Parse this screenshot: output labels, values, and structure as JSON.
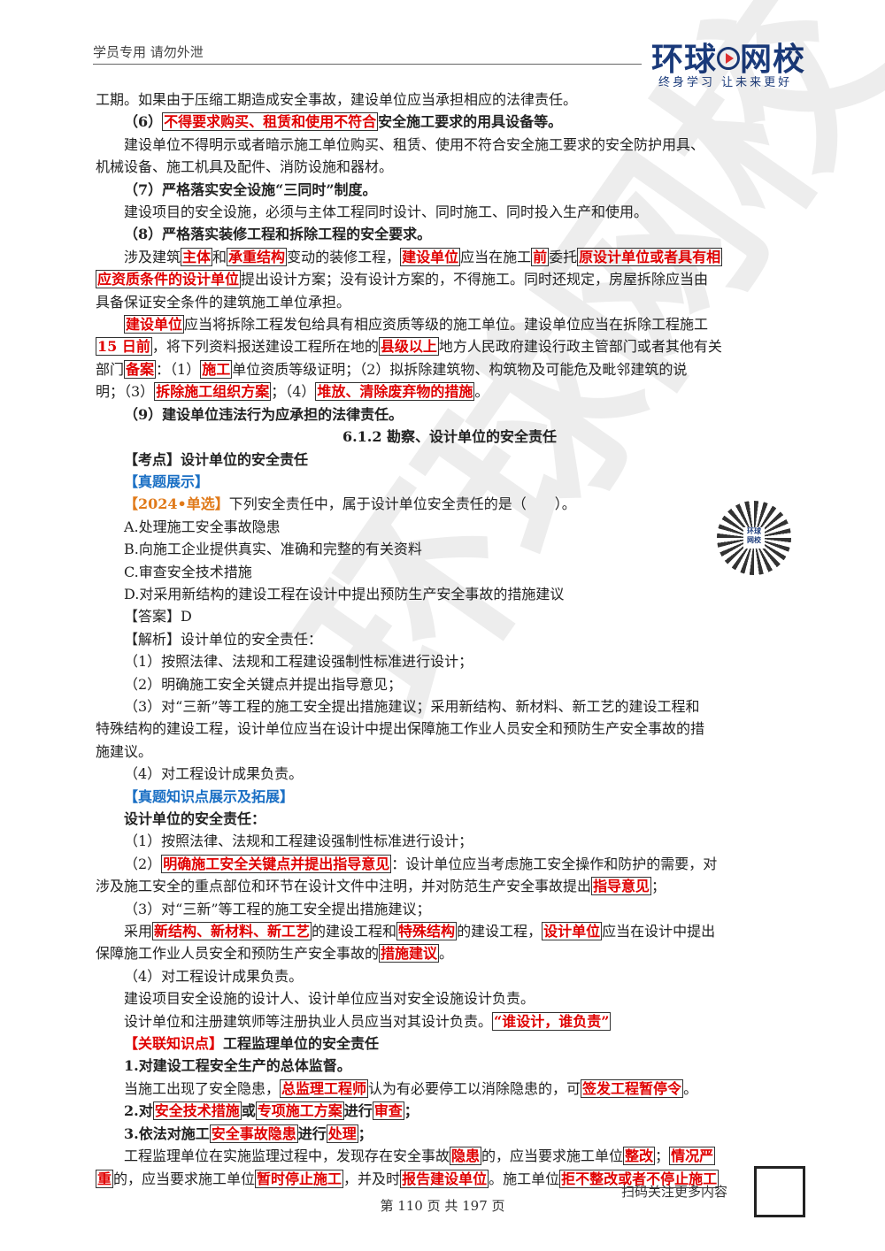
{
  "header": {
    "left": "学员专用 请勿外泄",
    "logo_a": "环球",
    "logo_b": "网校",
    "slogan": "终身学习 让未来更好"
  },
  "watermark": {
    "text": "环球网校"
  },
  "content": {
    "l1": "工期。如果由于压缩工期造成安全事故，建设单位应当承担相应的法律责任。",
    "l2a": "（6）",
    "l2b": "不得要求购买、租赁和使用不符合",
    "l2c": "安全施工要求的用具设备等。",
    "l3": "建设单位不得明示或者暗示施工单位购买、租赁、使用不符合安全施工要求的安全防护用具、",
    "l4": "机械设备、施工机具及配件、消防设施和器材。",
    "l5": "（7）严格落实安全设施“三同时”制度。",
    "l6": "建设项目的安全设施，必须与主体工程同时设计、同时施工、同时投入生产和使用。",
    "l7": "（8）严格落实装修工程和拆除工程的安全要求。",
    "l8a": "涉及建筑",
    "l8b": "主体",
    "l8c": "和",
    "l8d": "承重结构",
    "l8e": "变动的装修工程，",
    "l8f": "建设单位",
    "l8g": "应当在施工",
    "l8h": "前",
    "l8i": "委托",
    "l8j": "原设计单位或者具有相",
    "l9a": "应资质条件的设计单位",
    "l9b": "提出设计方案；没有设计方案的，不得施工。同时还规定，房屋拆除应当由",
    "l10": "具备保证安全条件的建筑施工单位承担。",
    "l11a": "建设单位",
    "l11b": "应当将拆除工程发包给具有相应资质等级的施工单位。建设单位应当在拆除工程施工",
    "l12a": "15 日前",
    "l12b": "，将下列资料报送建设工程所在地的",
    "l12c": "县级以上",
    "l12d": "地方人民政府建设行政主管部门或者其他有关",
    "l13a": "部门",
    "l13b": "备案",
    "l13c": "：（1）",
    "l13d": "施工",
    "l13e": "单位资质等级证明；（2）拟拆除建筑物、构筑物及可能危及毗邻建筑的说",
    "l14a": "明；（3）",
    "l14b": "拆除施工组织方案",
    "l14c": "；（4）",
    "l14d": "堆放、清除废弃物的措施",
    "l14e": "。",
    "l15": "（9）建设单位违法行为应承担的法律责任。",
    "section": "6.1.2 勘察、设计单位的安全责任",
    "kaodian": "【考点】设计单位的安全责任",
    "zhenti": "【真题展示】",
    "q_tag": "【2024•单选】",
    "q_text": "下列安全责任中，属于设计单位安全责任的是（　　）。",
    "optA": "A.处理施工安全事故隐患",
    "optB": "B.向施工企业提供真实、准确和完整的有关资料",
    "optC": "C.审查安全技术措施",
    "optD": "D.对采用新结构的建设工程在设计中提出预防生产安全事故的措施建议",
    "answer": "【答案】D",
    "jiexi": "【解析】设计单位的安全责任：",
    "j1": "（1）按照法律、法规和工程建设强制性标准进行设计；",
    "j2": "（2）明确施工安全关键点并提出指导意见；",
    "j3": "（3）对“三新”等工程的施工安全提出措施建议；采用新结构、新材料、新工艺的建设工程和",
    "j4": "特殊结构的建设工程，设计单位应当在设计中提出保障施工作业人员安全和预防生产安全事故的措",
    "j5": "施建议。",
    "j6": "（4）对工程设计成果负责。",
    "zsd": "【真题知识点展示及拓展】",
    "sj": "设计单位的安全责任：",
    "k1": "（1）按照法律、法规和工程建设强制性标准进行设计；",
    "k2a": "（2）",
    "k2b": "明确施工安全关键点并提出指导意见",
    "k2c": "：设计单位应当考虑施工安全操作和防护的需要，对",
    "k3a": "涉及施工安全的重点部位和环节在设计文件中注明，并对防范生产安全事故提出",
    "k3b": "指导意见",
    "k3c": "；",
    "k4": "（3）对“三新”等工程的施工安全提出措施建议；",
    "k5a": "采用",
    "k5b": "新结构、新材料、新工艺",
    "k5c": "的建设工程和",
    "k5d": "特殊结构",
    "k5e": "的建设工程，",
    "k5f": "设计单位",
    "k5g": "应当在设计中提出",
    "k6a": "保障施工作业人员安全和预防生产安全事故的",
    "k6b": "措施建议",
    "k6c": "。",
    "k7": "（4）对工程设计成果负责。",
    "k8": "建设项目安全设施的设计人、设计单位应当对安全设施设计负责。",
    "k9a": "设计单位和注册建筑师等注册执业人员应当对其设计负责。",
    "k9b": "“谁设计，谁负责”",
    "gl_tag": "【关联知识点】",
    "gl_text": "工程监理单位的安全责任",
    "m1": "1.对建设工程安全生产的总体监督。",
    "m2a": "当施工出现了安全隐患，",
    "m2b": "总监理工程师",
    "m2c": "认为有必要停工以消除隐患的，可",
    "m2d": "签发工程暂停令",
    "m2e": "。",
    "m3a": "2.对",
    "m3b": "安全技术措施",
    "m3c": "或",
    "m3d": "专项施工方案",
    "m3e": "进行",
    "m3f": "审查",
    "m3g": "；",
    "m4a": "3.依法对施工",
    "m4b": "安全事故隐患",
    "m4c": "进行",
    "m4d": "处理",
    "m4e": "；",
    "m5a": "工程监理单位在实施监理过程中，发现存在安全事故",
    "m5b": "隐患",
    "m5c": "的，应当要求施工单位",
    "m5d": "整改",
    "m5e": "；",
    "m5f": "情况严",
    "m6a": "重",
    "m6b": "的，应当要求施工单位",
    "m6c": "暂时停止施工",
    "m6d": "，并及时",
    "m6e": "报告建设单位",
    "m6f": "。施工单位",
    "m6g": "拒不整改或者不停止施工"
  },
  "qr": {
    "label_a": "环球",
    "label_b": "网校",
    "scan": "扫码关注更多内容"
  },
  "footer": {
    "page": "第 110 页 共 197 页"
  }
}
